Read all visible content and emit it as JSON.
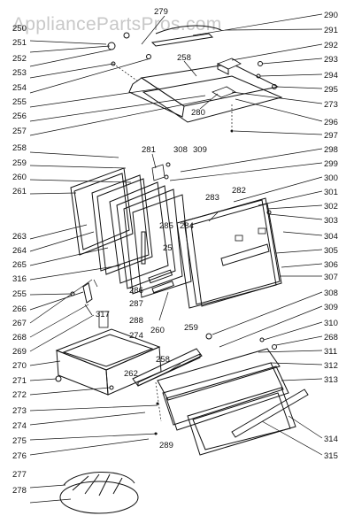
{
  "watermark": "AppliancePartsPros.com",
  "left_labels": [
    "250",
    "251",
    "252",
    "253",
    "254",
    "255",
    "256",
    "257",
    "258",
    "259",
    "260",
    "261",
    "263",
    "264",
    "265",
    "316",
    "255",
    "266",
    "267",
    "268",
    "269",
    "270",
    "271",
    "272",
    "273",
    "274",
    "275",
    "276",
    "277",
    "278"
  ],
  "right_labels": [
    "290",
    "291",
    "292",
    "293",
    "294",
    "295",
    "273",
    "296",
    "297",
    "298",
    "299",
    "300",
    "301",
    "302",
    "303",
    "304",
    "305",
    "306",
    "307",
    "308",
    "309",
    "310",
    "268",
    "311",
    "312",
    "313",
    "314",
    "315"
  ],
  "inner_labels": [
    "279",
    "258",
    "280",
    "281",
    "308",
    "309",
    "283",
    "282",
    "285",
    "284",
    "25",
    "286",
    "287",
    "288",
    "317",
    "274",
    "260",
    "259",
    "258",
    "262",
    "289"
  ]
}
